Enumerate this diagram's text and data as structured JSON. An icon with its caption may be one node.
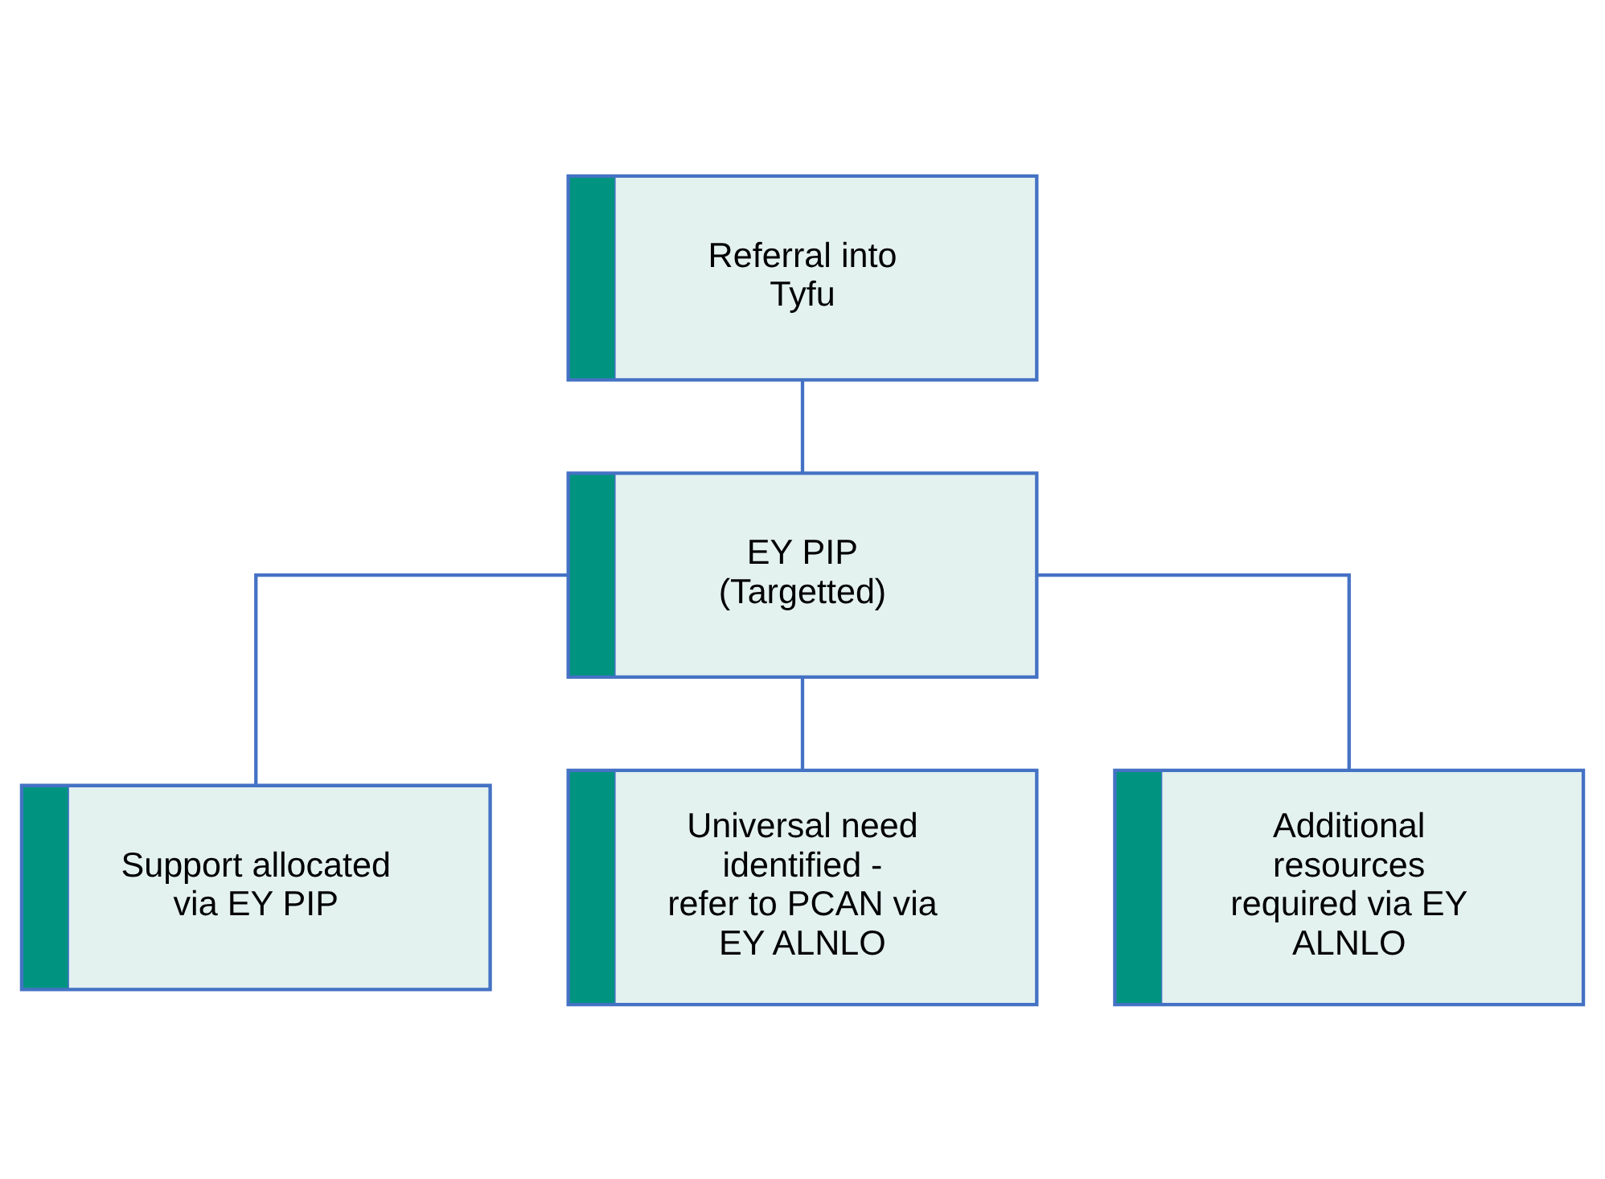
{
  "diagram": {
    "nodes": [
      {
        "text": [
          "Referral into Tyfu"
        ]
      },
      {
        "text": [
          "EY PIP",
          "(Targetted)"
        ]
      },
      {
        "text": [
          "Support allocated via EY PIP"
        ]
      },
      {
        "text": [
          "Universal need identified - refer to PCAN via EY ALNLO"
        ]
      },
      {
        "text": [
          "Additional resources required via EY ALNLO"
        ]
      }
    ],
    "edges": [
      {
        "from": 0,
        "to": 1,
        "arrow": "none"
      },
      {
        "from": 1,
        "to": 2,
        "arrow": "none"
      },
      {
        "from": 1,
        "to": 3,
        "arrow": "none"
      },
      {
        "from": 1,
        "to": 4,
        "arrow": "none"
      }
    ]
  }
}
